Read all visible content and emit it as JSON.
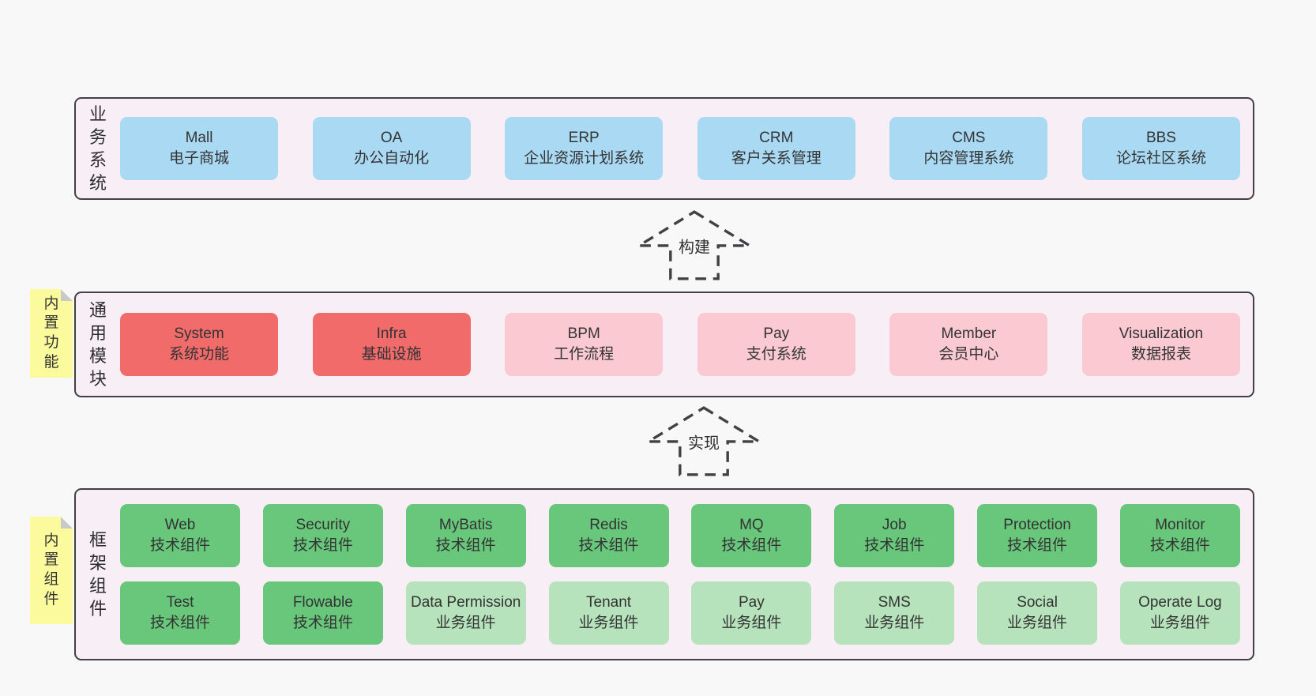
{
  "colors": {
    "page_bg": "#f8f8f8",
    "panel_bg": "#f8eef6",
    "panel_border": "#434045",
    "note_bg": "#fbfb9e",
    "note_fold": "#c9c9c9",
    "text": "#333333",
    "blue": "#a9d9f3",
    "red": "#f16b6b",
    "pink": "#fbc9d2",
    "green": "#68c77b",
    "lightgreen": "#b6e3bb"
  },
  "layers": [
    {
      "label": "业务系统",
      "note": null,
      "rows": [
        [
          {
            "name": "Mall",
            "desc": "电子商城",
            "variant": "blue"
          },
          {
            "name": "OA",
            "desc": "办公自动化",
            "variant": "blue"
          },
          {
            "name": "ERP",
            "desc": "企业资源计划系统",
            "variant": "blue"
          },
          {
            "name": "CRM",
            "desc": "客户关系管理",
            "variant": "blue"
          },
          {
            "name": "CMS",
            "desc": "内容管理系统",
            "variant": "blue"
          },
          {
            "name": "BBS",
            "desc": "论坛社区系统",
            "variant": "blue"
          }
        ]
      ]
    },
    {
      "label": "通用模块",
      "note": "内置功能",
      "rows": [
        [
          {
            "name": "System",
            "desc": "系统功能",
            "variant": "red"
          },
          {
            "name": "Infra",
            "desc": "基础设施",
            "variant": "red"
          },
          {
            "name": "BPM",
            "desc": "工作流程",
            "variant": "pink"
          },
          {
            "name": "Pay",
            "desc": "支付系统",
            "variant": "pink"
          },
          {
            "name": "Member",
            "desc": "会员中心",
            "variant": "pink"
          },
          {
            "name": "Visualization",
            "desc": "数据报表",
            "variant": "pink"
          }
        ]
      ]
    },
    {
      "label": "框架组件",
      "note": "内置组件",
      "rows": [
        [
          {
            "name": "Web",
            "desc": "技术组件",
            "variant": "green"
          },
          {
            "name": "Security",
            "desc": "技术组件",
            "variant": "green"
          },
          {
            "name": "MyBatis",
            "desc": "技术组件",
            "variant": "green"
          },
          {
            "name": "Redis",
            "desc": "技术组件",
            "variant": "green"
          },
          {
            "name": "MQ",
            "desc": "技术组件",
            "variant": "green"
          },
          {
            "name": "Job",
            "desc": "技术组件",
            "variant": "green"
          },
          {
            "name": "Protection",
            "desc": "技术组件",
            "variant": "green"
          },
          {
            "name": "Monitor",
            "desc": "技术组件",
            "variant": "green"
          }
        ],
        [
          {
            "name": "Test",
            "desc": "技术组件",
            "variant": "green"
          },
          {
            "name": "Flowable",
            "desc": "技术组件",
            "variant": "green"
          },
          {
            "name": "Data Permission",
            "desc": "业务组件",
            "variant": "lightgreen"
          },
          {
            "name": "Tenant",
            "desc": "业务组件",
            "variant": "lightgreen"
          },
          {
            "name": "Pay",
            "desc": "业务组件",
            "variant": "lightgreen"
          },
          {
            "name": "SMS",
            "desc": "业务组件",
            "variant": "lightgreen"
          },
          {
            "name": "Social",
            "desc": "业务组件",
            "variant": "lightgreen"
          },
          {
            "name": "Operate Log",
            "desc": "业务组件",
            "variant": "lightgreen"
          }
        ]
      ]
    }
  ],
  "arrows": [
    {
      "label": "构建"
    },
    {
      "label": "实现"
    }
  ]
}
